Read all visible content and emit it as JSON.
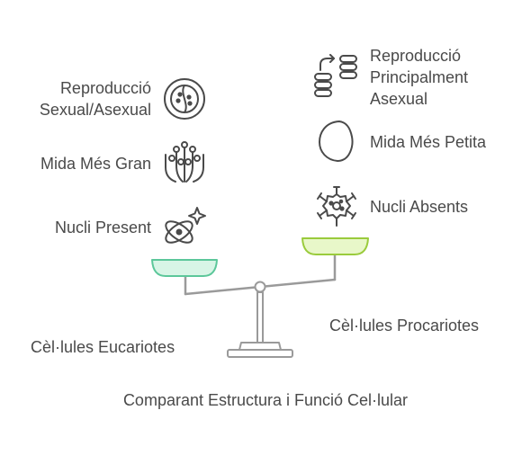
{
  "diagram": {
    "caption": "Comparant Estructura i Funció Cel·lular",
    "left_group": {
      "title": "Cèl·lules Eucariotes",
      "items": [
        {
          "label_lines": [
            "Reproducció",
            "Sexual/Asexual"
          ],
          "icon": "cell-division-icon"
        },
        {
          "label_lines": [
            "Mida Més Gran"
          ],
          "icon": "branching-structure-icon"
        },
        {
          "label_lines": [
            "Nucli Present"
          ],
          "icon": "atom-sparkle-icon"
        }
      ],
      "pan_color": "#d8f5e6",
      "pan_stroke": "#5cc79a"
    },
    "right_group": {
      "title": "Cèl·lules Procariotes",
      "items": [
        {
          "label_lines": [
            "Reproducció",
            "Principalment",
            "Asexual"
          ],
          "icon": "database-replicate-icon"
        },
        {
          "label_lines": [
            "Mida Més Petita"
          ],
          "icon": "small-cell-icon"
        },
        {
          "label_lines": [
            "Nucli Absents"
          ],
          "icon": "virus-icon"
        }
      ],
      "pan_color": "#e8f7c9",
      "pan_stroke": "#9acb3c"
    },
    "colors": {
      "line": "#4a4a4a",
      "scale": "#9a9a9a"
    }
  }
}
